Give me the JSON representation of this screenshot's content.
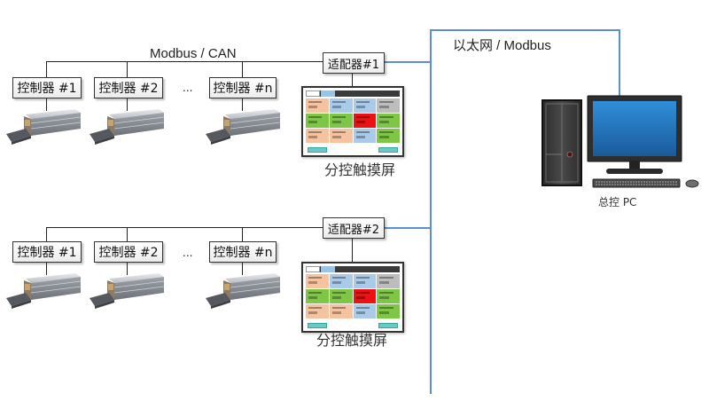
{
  "bus": {
    "field_bus_label": "Modbus  /  CAN",
    "ethernet_label": "以太网  /  Modbus"
  },
  "groups": [
    {
      "adapter_label": "适配器#1",
      "controllers": [
        {
          "label": "控制器 #1"
        },
        {
          "label": "控制器 #2"
        },
        {
          "label": "控制器 #n"
        }
      ],
      "ellipsis": "...",
      "touchscreen_caption": "分控触摸屏"
    },
    {
      "adapter_label": "适配器#2",
      "controllers": [
        {
          "label": "控制器 #1"
        },
        {
          "label": "控制器 #2"
        },
        {
          "label": "控制器 #n"
        }
      ],
      "ellipsis": "...",
      "touchscreen_caption": "分控触摸屏"
    }
  ],
  "pc": {
    "caption": "总控  PC"
  },
  "colors": {
    "ethernet_line": "#5b8ed6",
    "field_bus_line": "#222222",
    "cell_orange": "#f6c3a0",
    "cell_blue": "#a9cbe9",
    "cell_gray": "#bdbdbd",
    "cell_green": "#7dc646",
    "cell_red": "#ee1111"
  },
  "touchscreen_cells": [
    "orange",
    "blue",
    "blue",
    "gray",
    "green",
    "green",
    "red",
    "green",
    "orange",
    "orange",
    "blue",
    "green"
  ]
}
